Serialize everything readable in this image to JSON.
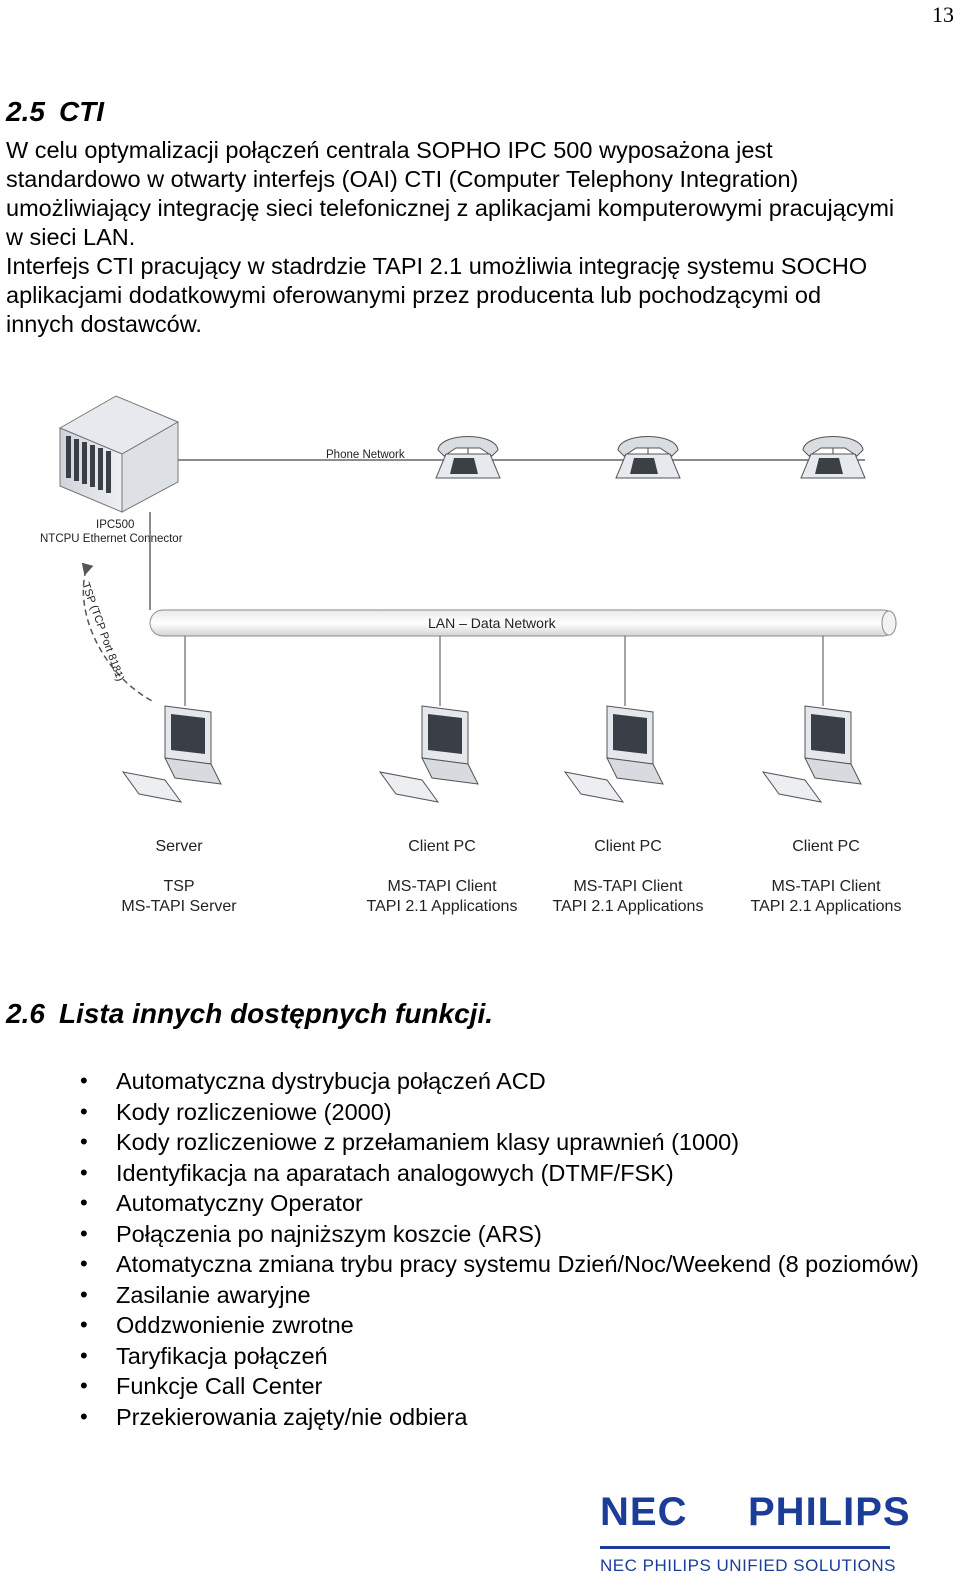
{
  "page_number": "13",
  "section_cti": {
    "number": "2.5",
    "title": "CTI",
    "paragraph_lines": [
      "W celu optymalizacji połączeń centrala SOPHO IPC 500 wyposażona jest",
      "standardowo w otwarty interfejs (OAI) CTI (Computer Telephony Integration)",
      "umożliwiający integrację sieci telefonicznej z aplikacjami komputerowymi pracującymi",
      "w sieci LAN.",
      "Interfejs CTI pracujący w stadrdzie TAPI 2.1 umożliwia integrację systemu SOCHO",
      "aplikacjami dodatkowymi oferowanymi przez producenta lub pochodzącymi od",
      "innych dostawców."
    ]
  },
  "diagram": {
    "phone_network_label": "Phone Network",
    "pbx_label": "IPC500",
    "pbx_connector_label": "NTCPU Ethernet Connector",
    "tsp_label": "TSP (TCP Port 8181)",
    "lan_label": "LAN – Data Network",
    "computers": [
      {
        "title": "Server",
        "line1": "TSP",
        "line2": "MS-TAPI Server"
      },
      {
        "title": "Client PC",
        "line1": "MS-TAPI Client",
        "line2": "TAPI 2.1 Applications"
      },
      {
        "title": "Client PC",
        "line1": "MS-TAPI Client",
        "line2": "TAPI 2.1 Applications"
      },
      {
        "title": "Client PC",
        "line1": "MS-TAPI Client",
        "line2": "TAPI 2.1 Applications"
      }
    ]
  },
  "section_functions": {
    "number": "2.6",
    "title": "Lista innych dostępnych funkcji.",
    "items": [
      "Automatyczna dystrybucja połączeń ACD",
      "Kody rozliczeniowe (2000)",
      "Kody rozliczeniowe z przełamaniem klasy uprawnień (1000)",
      "Identyfikacja na aparatach analogowych (DTMF/FSK)",
      "Automatyczny Operator",
      "Połączenia po najniższym koszcie (ARS)",
      "Atomatyczna zmiana trybu pracy systemu Dzień/Noc/Weekend (8 poziomów)",
      "Zasilanie awaryjne",
      "Oddzwonienie zwrotne",
      "Taryfikacja połączeń",
      "Funkcje Call Center",
      "Przekierowania zajęty/nie odbiera"
    ]
  },
  "footer_logo": {
    "nec": "NEC",
    "philips": "PHILIPS",
    "tagline": "NEC PHILIPS UNIFIED SOLUTIONS",
    "color": "#1b3d97"
  }
}
